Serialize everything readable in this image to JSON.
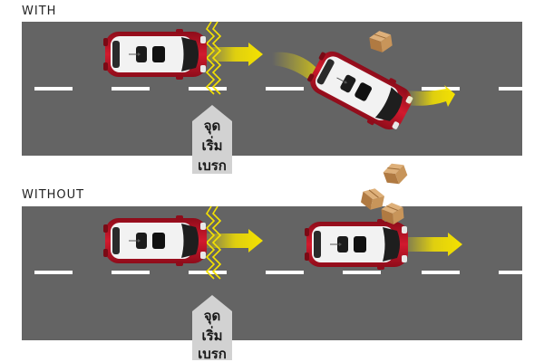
{
  "panels": [
    {
      "id": "with",
      "label": "WITH"
    },
    {
      "id": "without",
      "label": "WITHOUT"
    }
  ],
  "braking_point": {
    "lines": [
      "จุด",
      "เริ่ม",
      "เบรก"
    ]
  },
  "colors": {
    "road": "#646464",
    "lane_marking": "#ffffff",
    "car_body": "#c4162a",
    "car_roof": "#f2f2f2",
    "brake_zigzag": "#f5e200",
    "motion_arrow": "#f5e200",
    "box": "#c8955a",
    "marker_bg": "#d2d2d2"
  }
}
